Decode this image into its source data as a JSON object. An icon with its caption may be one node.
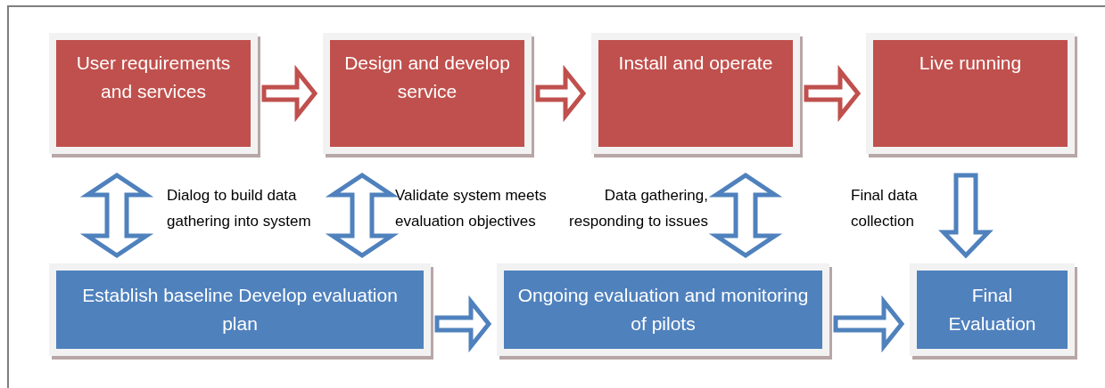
{
  "diagram": {
    "nodes": [
      {
        "text": [
          "User requirements and services"
        ]
      },
      {
        "text": [
          "Design and develop service"
        ]
      },
      {
        "text": [
          "Install and operate"
        ]
      },
      {
        "text": [
          "Live running"
        ]
      },
      {
        "text": [
          "Establish baseline Develop evaluation plan"
        ]
      },
      {
        "text": [
          "Ongoing evaluation and monitoring of pilots"
        ]
      },
      {
        "text": [
          "Final Evaluation"
        ]
      }
    ],
    "edges": [
      {
        "from": 0,
        "to": 1,
        "arrow": "to",
        "color": "#c0504d"
      },
      {
        "from": 1,
        "to": 2,
        "arrow": "to",
        "color": "#c0504d"
      },
      {
        "from": 2,
        "to": 3,
        "arrow": "to",
        "color": "#c0504d"
      },
      {
        "from": 0,
        "to": 4,
        "arrow": "both",
        "label": "Dialog to build data gathering into system"
      },
      {
        "from": 1,
        "to": 4,
        "arrow": "both",
        "label": "Validate system meets evaluation objectives"
      },
      {
        "from": 2,
        "to": 5,
        "arrow": "both",
        "label": "Data gathering, responding to issues"
      },
      {
        "from": 3,
        "to": 6,
        "arrow": "to",
        "label": "Final data collection"
      },
      {
        "from": 4,
        "to": 5,
        "arrow": "to"
      },
      {
        "from": 5,
        "to": 6,
        "arrow": "to"
      }
    ]
  }
}
